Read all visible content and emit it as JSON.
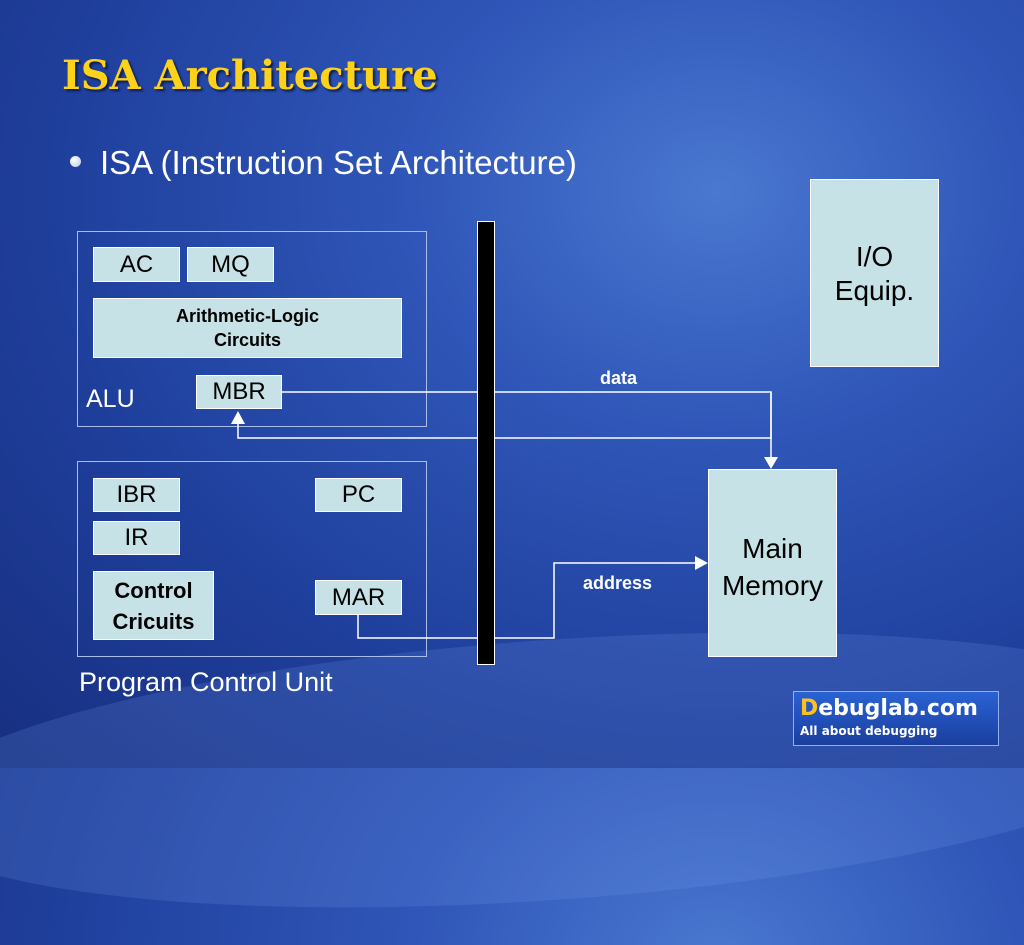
{
  "slide": {
    "title": "ISA Architecture",
    "bullet": "ISA (Instruction Set Architecture)"
  },
  "alu": {
    "label": "ALU",
    "ac": "AC",
    "mq": "MQ",
    "arith": "Arithmetic-Logic\nCircuits",
    "mbr": "MBR"
  },
  "control": {
    "label": "Program Control Unit",
    "ibr": "IBR",
    "ir": "IR",
    "pc": "PC",
    "circuits": "Control\nCricuits",
    "mar": "MAR"
  },
  "io": {
    "label": "I/O\nEquip."
  },
  "memory": {
    "label": "Main\nMemory"
  },
  "connections": {
    "data": "data",
    "address": "address"
  },
  "logo": {
    "first_letter": "D",
    "rest": "ebuglab.com",
    "tagline": "All about debugging"
  },
  "colors": {
    "title": "#ffd21a",
    "box_fill": "#c7e2e6",
    "background": "#2a4fb0"
  }
}
